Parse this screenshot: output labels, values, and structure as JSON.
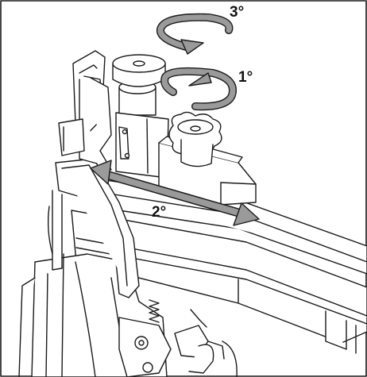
{
  "labels": {
    "step_1": "1°",
    "step_2": "2°",
    "step_3": "3°"
  },
  "colors": {
    "line": "#1a1a1a",
    "arrow_fill": "#9a9a9a",
    "shade": "#6e6e6e",
    "background": "#ffffff"
  },
  "icons": {
    "rotate_ccw": "rotate-counterclockwise-arrow-icon",
    "rotate_cw": "rotate-clockwise-arrow-icon",
    "slide": "double-headed-slide-arrow-icon"
  }
}
